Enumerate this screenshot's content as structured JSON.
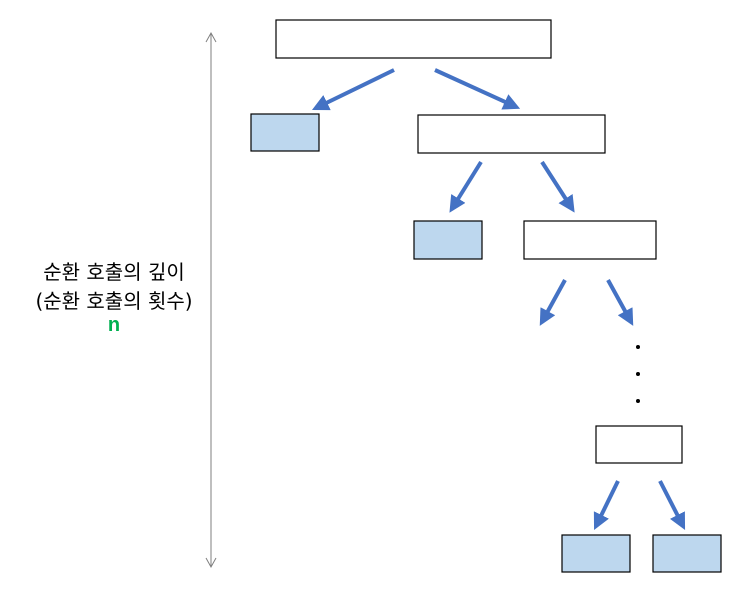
{
  "depth_label": {
    "line1": "순환 호출의 깊이",
    "line2": "(순환 호출의 횟수)",
    "variable": "n"
  },
  "colors": {
    "arrow": "#4472c4",
    "leaf_fill": "#bdd7ee",
    "node_fill": "#ffffff",
    "outline": "#000000",
    "variable": "#00b050",
    "depth_axis": "#7f7f7f"
  },
  "ellipsis": "· · ·"
}
